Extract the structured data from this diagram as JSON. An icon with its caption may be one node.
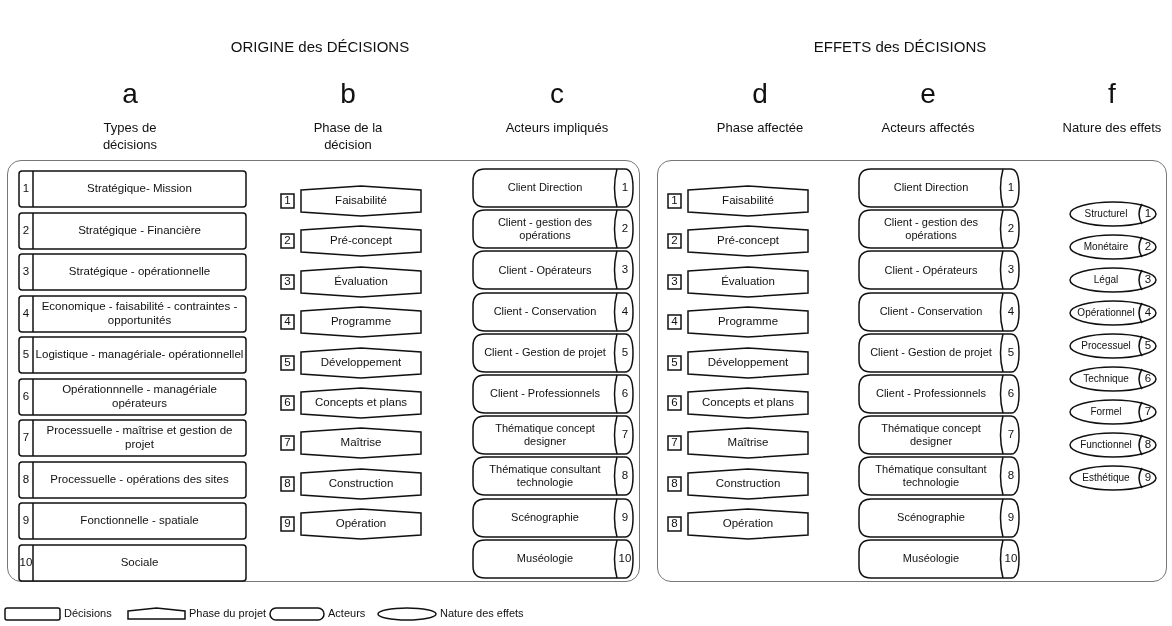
{
  "diagram": {
    "nodes": [
      {
        "text": [],
        "shape": "box"
      },
      {
        "text": [
          "1",
          "Stratégique- Mission"
        ],
        "in": 0
      },
      {
        "text": [
          "2",
          "Stratégique - Financière"
        ],
        "in": 0
      },
      {
        "text": [
          "3",
          "Stratégique - opérationnelle"
        ],
        "in": 0
      },
      {
        "text": [
          "4",
          "Economique - faisabilité - contraintes - opportunités"
        ],
        "in": 0
      },
      {
        "text": [
          "5",
          "Logistique - managériale- opérationnellel"
        ],
        "in": 0
      },
      {
        "text": [
          "6",
          "Opérationnnelle - managériale opérateurs"
        ],
        "in": 0
      },
      {
        "text": [
          "7",
          "Processuelle - maîtrise et gestion de projet"
        ],
        "in": 0
      },
      {
        "text": [
          "8",
          "Processuelle - opérations des sites"
        ],
        "in": 0
      },
      {
        "text": [
          "9",
          "Fonctionnelle - spatiale"
        ],
        "in": 0
      },
      {
        "text": [
          "10",
          "Sociale"
        ],
        "in": 0
      },
      {
        "text": [
          "1",
          "Faisabilité"
        ],
        "in": 0
      },
      {
        "text": [
          "2",
          "Pré-concept"
        ],
        "in": 0
      },
      {
        "text": [
          "3",
          "Évaluation"
        ],
        "in": 0
      },
      {
        "text": [
          "4",
          "Programme"
        ],
        "in": 0
      },
      {
        "text": [
          "5",
          "Développement"
        ],
        "in": 0
      },
      {
        "text": [
          "6",
          "Concepts et plans"
        ],
        "in": 0
      },
      {
        "text": [
          "7",
          "Maîtrise"
        ],
        "in": 0
      },
      {
        "text": [
          "8",
          "Construction"
        ],
        "in": 0
      },
      {
        "text": [
          "9",
          "Opération"
        ],
        "in": 0
      },
      {
        "text": [
          "Client Direction",
          "1"
        ],
        "in": 0
      },
      {
        "text": [
          "Client - gestion des opérations",
          "2"
        ],
        "in": 0
      },
      {
        "text": [
          "Client - Opérateurs",
          "3"
        ],
        "in": 0
      },
      {
        "text": [
          "Client - Conservation",
          "4"
        ],
        "in": 0
      },
      {
        "text": [
          "Client - Gestion de projet",
          "5"
        ],
        "in": 0
      },
      {
        "text": [
          "Client - Professionnels",
          "6"
        ],
        "in": 0
      },
      {
        "text": [
          "Thématique concept designer",
          "7"
        ],
        "in": 0
      },
      {
        "text": [
          "Thématique consultant technologie",
          "8"
        ],
        "in": 0
      },
      {
        "text": [
          "Scénographie",
          "9"
        ],
        "in": 0
      },
      {
        "text": [
          "Muséologie",
          "10"
        ],
        "in": 0
      },
      {
        "text": [],
        "shape": "box"
      },
      {
        "text": [
          "1",
          "Faisabilité"
        ],
        "in": 30
      },
      {
        "text": [
          "2",
          "Pré-concept"
        ],
        "in": 30
      },
      {
        "text": [
          "3",
          "Évaluation"
        ],
        "in": 30
      },
      {
        "text": [
          "4",
          "Programme"
        ],
        "in": 30
      },
      {
        "text": [
          "5",
          "Développement"
        ],
        "in": 30
      },
      {
        "text": [
          "6",
          "Concepts et plans"
        ],
        "in": 30
      },
      {
        "text": [
          "7",
          "Maîtrise"
        ],
        "in": 30
      },
      {
        "text": [
          "8",
          "Construction"
        ],
        "in": 30
      },
      {
        "text": [
          "8",
          "Opération"
        ],
        "in": 30
      },
      {
        "text": [
          "Client Direction",
          "1"
        ],
        "in": 30
      },
      {
        "text": [
          "Client - gestion des opérations",
          "2"
        ],
        "in": 30
      },
      {
        "text": [
          "Client - Opérateurs",
          "3"
        ],
        "in": 30
      },
      {
        "text": [
          "Client - Conservation",
          "4"
        ],
        "in": 30
      },
      {
        "text": [
          "Client - Gestion de projet",
          "5"
        ],
        "in": 30
      },
      {
        "text": [
          "Client - Professionnels",
          "6"
        ],
        "in": 30
      },
      {
        "text": [
          "Thématique concept designer",
          "7"
        ],
        "in": 30
      },
      {
        "text": [
          "Thématique consultant technologie",
          "8"
        ],
        "in": 30
      },
      {
        "text": [
          "Scénographie",
          "9"
        ],
        "in": 30
      },
      {
        "text": [
          "Muséologie",
          "10"
        ],
        "in": 30
      },
      {
        "text": [
          "Structurel",
          "1"
        ],
        "in": 30
      },
      {
        "text": [
          "Monétaire",
          "2"
        ],
        "in": 30
      },
      {
        "text": [
          "Légal",
          "3"
        ],
        "in": 30
      },
      {
        "text": [
          "Opérationnel",
          "4"
        ],
        "in": 30
      },
      {
        "text": [
          "Processuel",
          "5"
        ],
        "in": 30
      },
      {
        "text": [
          "Technique",
          "6"
        ],
        "in": 30
      },
      {
        "text": [
          "Formel",
          "7"
        ],
        "in": 30
      },
      {
        "text": [
          "Functionnel",
          "8"
        ],
        "in": 30
      },
      {
        "text": [
          "Esthétique",
          "9"
        ],
        "in": 30
      }
    ],
    "edges": [],
    "labels": [
      "ORIGINE des DÉCISIONS",
      "EFFETS des DÉCISIONS",
      "a",
      "b",
      "c",
      "d",
      "e",
      "f",
      "Types de décisions",
      "Phase de la décision",
      "Acteurs impliqués",
      "Phase affectée",
      "Acteurs affectés",
      "Nature des effets"
    ],
    "legend": [
      {
        "text": "Décisions"
      },
      {
        "text": "Phase du projet"
      },
      {
        "text": "Acteurs"
      },
      {
        "text": "Nature des effets"
      }
    ]
  }
}
